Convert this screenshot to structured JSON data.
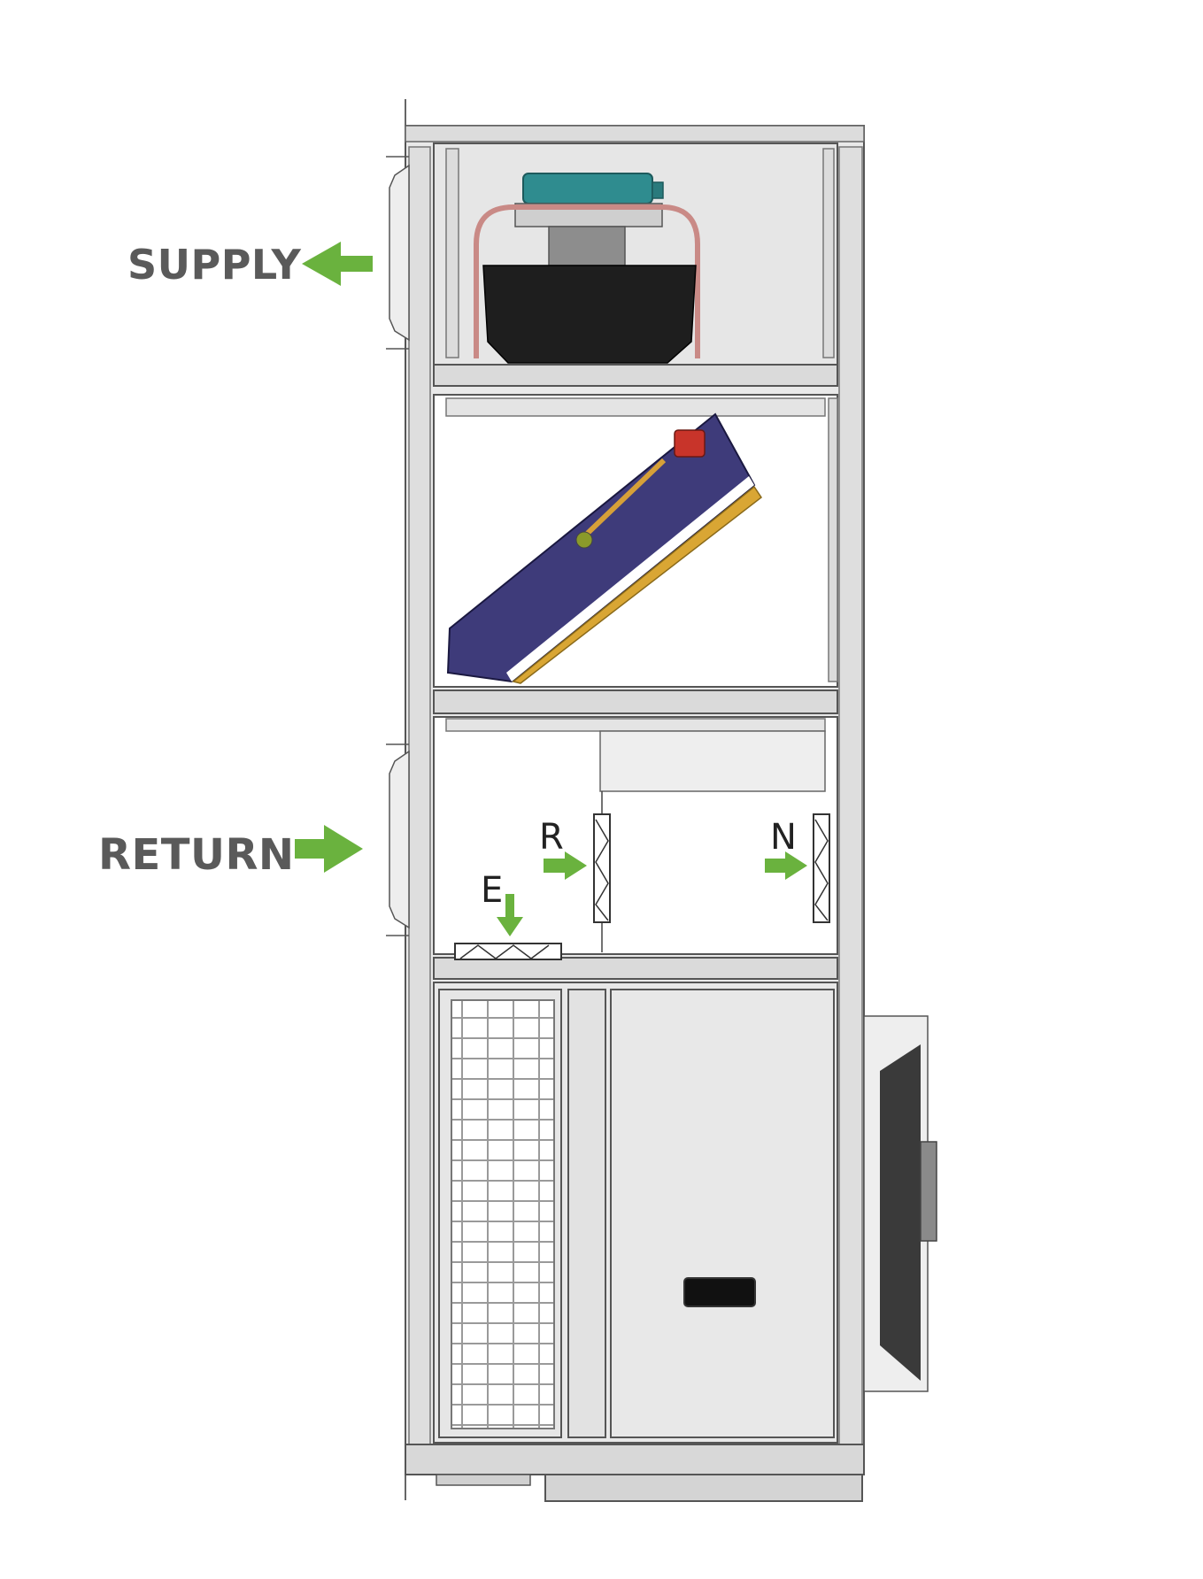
{
  "labels": {
    "supply": "SUPPLY",
    "return": "RETURN",
    "r": "R",
    "n": "N",
    "e": "E"
  },
  "colors": {
    "arrow": "#6ab23e",
    "label_text": "#5a5a5a",
    "cabinet_frame": "#e4e4e4",
    "coil_body": "#3e3b7a",
    "coil_fins": "#d9a634",
    "fan_housing": "#1e1e1e",
    "motor": "#2f8c8f",
    "valve": "#c8342a"
  }
}
